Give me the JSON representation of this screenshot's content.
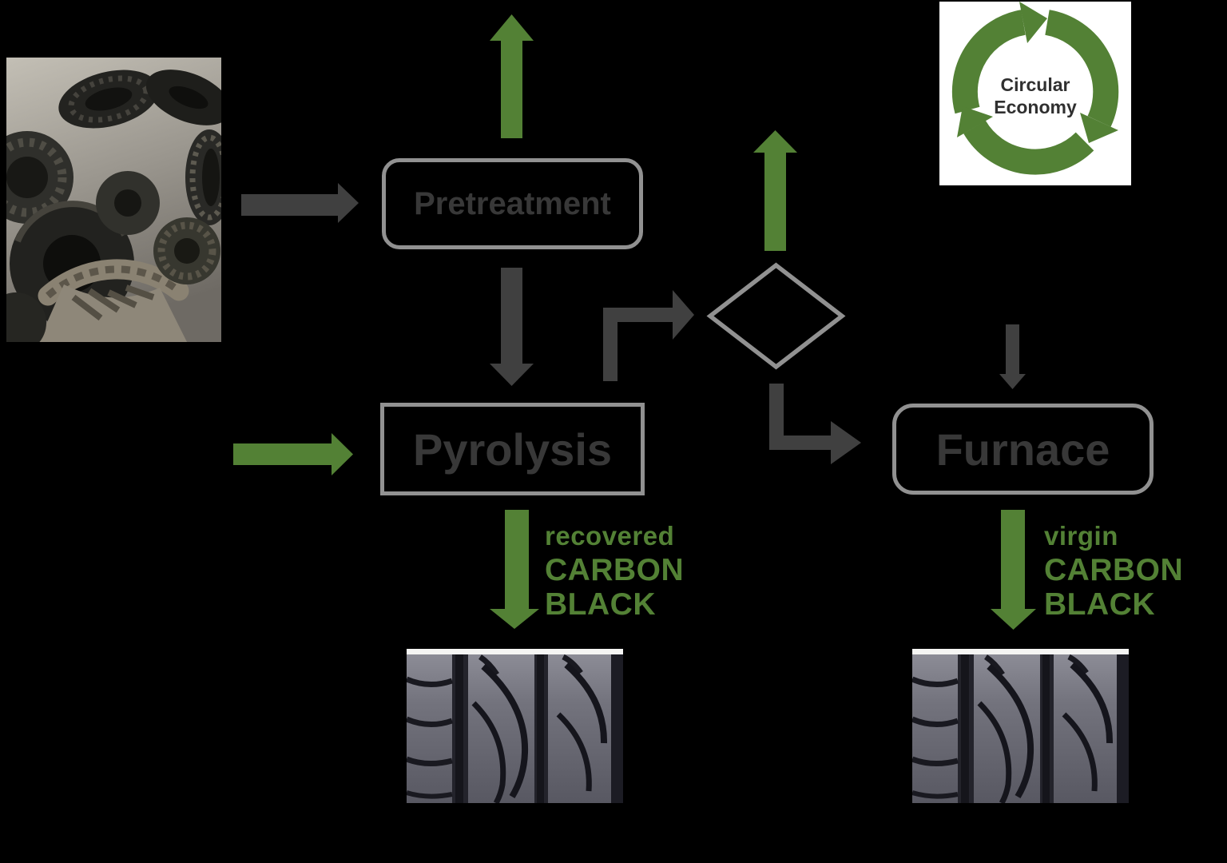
{
  "palette": {
    "background": "#000000",
    "green": "#538135",
    "dark_gray": "#404040",
    "border_gray": "#919191",
    "box_text": "#383838",
    "logo_text": "#303030",
    "logo_bg": "#ffffff"
  },
  "diagram": {
    "nodes": {
      "pretreatment": {
        "label": "Pretreatment"
      },
      "pyrolysis": {
        "label": "Pyrolysis"
      },
      "furnace": {
        "label": "Furnace"
      },
      "decision": {
        "shape": "diamond"
      }
    },
    "outputs": {
      "recovered_carbon_black": {
        "lines": [
          "recovered",
          "CARBON",
          "BLACK"
        ]
      },
      "virgin_carbon_black": {
        "lines": [
          "virgin",
          "CARBON",
          "BLACK"
        ]
      }
    }
  },
  "logo": {
    "lines": [
      "Circular",
      "Economy"
    ]
  },
  "images": {
    "tire_pile": "scrap-tire-pile-photo",
    "tread_left": "tire-tread-closeup-photo",
    "tread_right": "tire-tread-closeup-photo"
  }
}
